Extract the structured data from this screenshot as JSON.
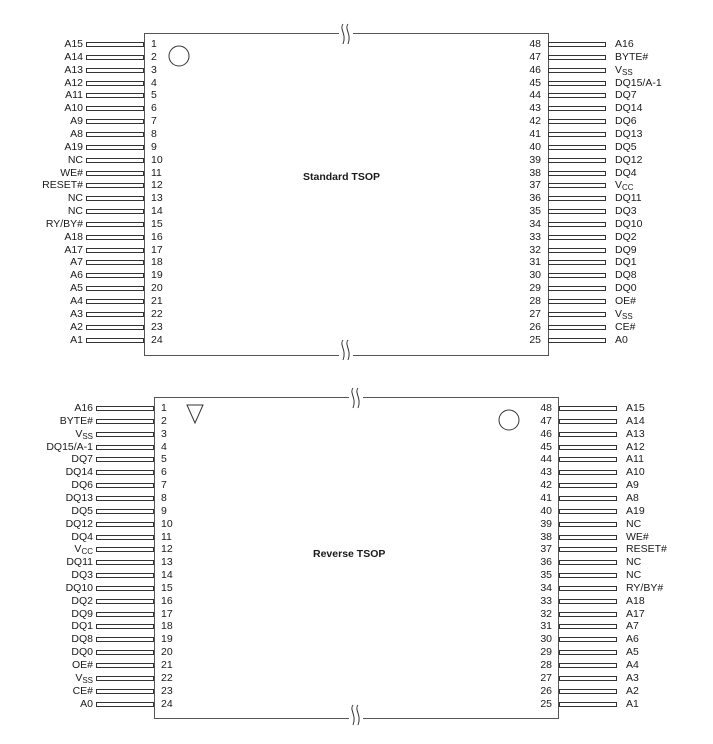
{
  "diagrams": [
    {
      "title": "Standard TSOP",
      "orientation_marker": "circle",
      "left_pins": [
        {
          "num": "1",
          "name": "A15"
        },
        {
          "num": "2",
          "name": "A14"
        },
        {
          "num": "3",
          "name": "A13"
        },
        {
          "num": "4",
          "name": "A12"
        },
        {
          "num": "5",
          "name": "A11"
        },
        {
          "num": "6",
          "name": "A10"
        },
        {
          "num": "7",
          "name": "A9"
        },
        {
          "num": "8",
          "name": "A8"
        },
        {
          "num": "9",
          "name": "A19"
        },
        {
          "num": "10",
          "name": "NC"
        },
        {
          "num": "11",
          "name": "WE#"
        },
        {
          "num": "12",
          "name": "RESET#"
        },
        {
          "num": "13",
          "name": "NC"
        },
        {
          "num": "14",
          "name": "NC"
        },
        {
          "num": "15",
          "name": "RY/BY#"
        },
        {
          "num": "16",
          "name": "A18"
        },
        {
          "num": "17",
          "name": "A17"
        },
        {
          "num": "18",
          "name": "A7"
        },
        {
          "num": "19",
          "name": "A6"
        },
        {
          "num": "20",
          "name": "A5"
        },
        {
          "num": "21",
          "name": "A4"
        },
        {
          "num": "22",
          "name": "A3"
        },
        {
          "num": "23",
          "name": "A2"
        },
        {
          "num": "24",
          "name": "A1"
        }
      ],
      "right_pins": [
        {
          "num": "48",
          "name": "A16"
        },
        {
          "num": "47",
          "name": "BYTE#"
        },
        {
          "num": "46",
          "name": "V",
          "sub": "SS"
        },
        {
          "num": "45",
          "name": "DQ15/A-1"
        },
        {
          "num": "44",
          "name": "DQ7"
        },
        {
          "num": "43",
          "name": "DQ14"
        },
        {
          "num": "42",
          "name": "DQ6"
        },
        {
          "num": "41",
          "name": "DQ13"
        },
        {
          "num": "40",
          "name": "DQ5"
        },
        {
          "num": "39",
          "name": "DQ12"
        },
        {
          "num": "38",
          "name": "DQ4"
        },
        {
          "num": "37",
          "name": "V",
          "sub": "CC"
        },
        {
          "num": "36",
          "name": "DQ11"
        },
        {
          "num": "35",
          "name": "DQ3"
        },
        {
          "num": "34",
          "name": "DQ10"
        },
        {
          "num": "33",
          "name": "DQ2"
        },
        {
          "num": "32",
          "name": "DQ9"
        },
        {
          "num": "31",
          "name": "DQ1"
        },
        {
          "num": "30",
          "name": "DQ8"
        },
        {
          "num": "29",
          "name": "DQ0"
        },
        {
          "num": "28",
          "name": "OE#"
        },
        {
          "num": "27",
          "name": "V",
          "sub": "SS"
        },
        {
          "num": "26",
          "name": "CE#"
        },
        {
          "num": "25",
          "name": "A0"
        }
      ]
    },
    {
      "title": "Reverse TSOP",
      "orientation_marker": "triangle+circle",
      "left_pins": [
        {
          "num": "1",
          "name": "A16"
        },
        {
          "num": "2",
          "name": "BYTE#"
        },
        {
          "num": "3",
          "name": "V",
          "sub": "SS"
        },
        {
          "num": "4",
          "name": "DQ15/A-1"
        },
        {
          "num": "5",
          "name": "DQ7"
        },
        {
          "num": "6",
          "name": "DQ14"
        },
        {
          "num": "7",
          "name": "DQ6"
        },
        {
          "num": "8",
          "name": "DQ13"
        },
        {
          "num": "9",
          "name": "DQ5"
        },
        {
          "num": "10",
          "name": "DQ12"
        },
        {
          "num": "11",
          "name": "DQ4"
        },
        {
          "num": "12",
          "name": "V",
          "sub": "CC"
        },
        {
          "num": "13",
          "name": "DQ11"
        },
        {
          "num": "14",
          "name": "DQ3"
        },
        {
          "num": "15",
          "name": "DQ10"
        },
        {
          "num": "16",
          "name": "DQ2"
        },
        {
          "num": "17",
          "name": "DQ9"
        },
        {
          "num": "18",
          "name": "DQ1"
        },
        {
          "num": "19",
          "name": "DQ8"
        },
        {
          "num": "20",
          "name": "DQ0"
        },
        {
          "num": "21",
          "name": "OE#"
        },
        {
          "num": "22",
          "name": "V",
          "sub": "SS"
        },
        {
          "num": "23",
          "name": "CE#"
        },
        {
          "num": "24",
          "name": "A0"
        }
      ],
      "right_pins": [
        {
          "num": "48",
          "name": "A15"
        },
        {
          "num": "47",
          "name": "A14"
        },
        {
          "num": "46",
          "name": "A13"
        },
        {
          "num": "45",
          "name": "A12"
        },
        {
          "num": "44",
          "name": "A11"
        },
        {
          "num": "43",
          "name": "A10"
        },
        {
          "num": "42",
          "name": "A9"
        },
        {
          "num": "41",
          "name": "A8"
        },
        {
          "num": "40",
          "name": "A19"
        },
        {
          "num": "39",
          "name": "NC"
        },
        {
          "num": "38",
          "name": "WE#"
        },
        {
          "num": "37",
          "name": "RESET#"
        },
        {
          "num": "36",
          "name": "NC"
        },
        {
          "num": "35",
          "name": "NC"
        },
        {
          "num": "34",
          "name": "RY/BY#"
        },
        {
          "num": "33",
          "name": "A18"
        },
        {
          "num": "32",
          "name": "A17"
        },
        {
          "num": "31",
          "name": "A7"
        },
        {
          "num": "30",
          "name": "A6"
        },
        {
          "num": "29",
          "name": "A5"
        },
        {
          "num": "28",
          "name": "A4"
        },
        {
          "num": "27",
          "name": "A3"
        },
        {
          "num": "26",
          "name": "A2"
        },
        {
          "num": "25",
          "name": "A1"
        }
      ]
    }
  ]
}
